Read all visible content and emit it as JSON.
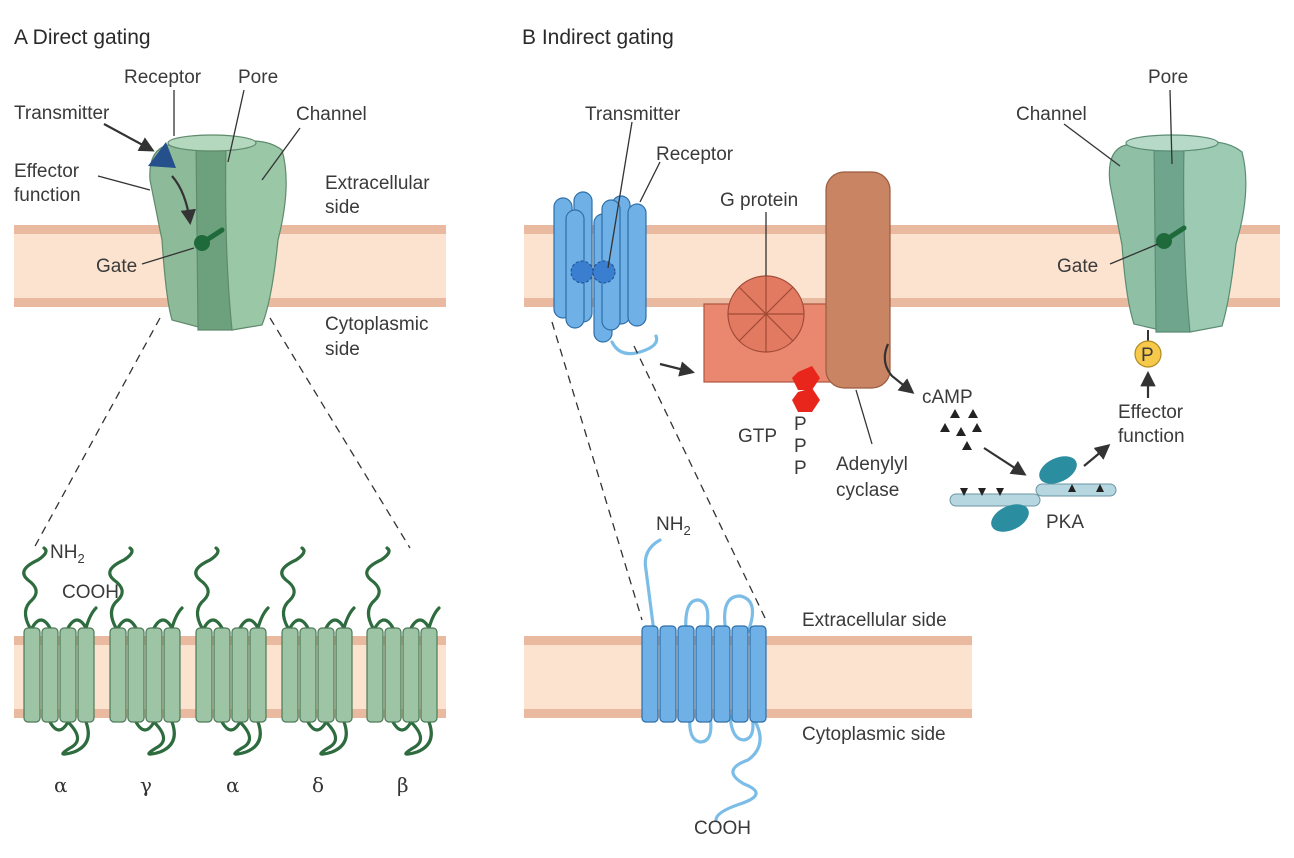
{
  "panel_a": {
    "title": "A  Direct gating",
    "labels": {
      "receptor": "Receptor",
      "pore": "Pore",
      "transmitter": "Transmitter",
      "channel": "Channel",
      "effector_line1": "Effector",
      "effector_line2": "function",
      "extracellular_line1": "Extracellular",
      "extracellular_line2": "side",
      "gate": "Gate",
      "cytoplasmic_line1": "Cytoplasmic",
      "cytoplasmic_line2": "side",
      "nh2": "NH",
      "nh2_sub": "2",
      "cooh": "COOH"
    },
    "subunits": [
      "α",
      "γ",
      "α",
      "δ",
      "β"
    ]
  },
  "panel_b": {
    "title": "B  Indirect gating",
    "labels": {
      "transmitter": "Transmitter",
      "receptor": "Receptor",
      "g_protein": "G protein",
      "channel": "Channel",
      "pore": "Pore",
      "gate": "Gate",
      "camp": "cAMP",
      "gtp": "GTP",
      "p1": "P",
      "p2": "P",
      "p3": "P",
      "adenylyl_line1": "Adenylyl",
      "adenylyl_line2": "cyclase",
      "effector_line1": "Effector",
      "effector_line2": "function",
      "phospho": "P",
      "pka": "PKA",
      "nh2": "NH",
      "nh2_sub": "2",
      "extracellular": "Extracellular side",
      "cytoplasmic": "Cytoplasmic side",
      "cooh": "COOH"
    }
  },
  "colors": {
    "membrane_fill": "#fbe3cf",
    "membrane_edge": "#e6b49b",
    "channel_green": "#8fbf9d",
    "receptor_blue": "#5aa6e3",
    "g_protein": "#e87f68",
    "adenylyl_cyclase": "#c98463",
    "gtp_red": "#e8261c",
    "phospho_yellow": "#f7c94a",
    "pka_teal": "#2b8ea0"
  }
}
